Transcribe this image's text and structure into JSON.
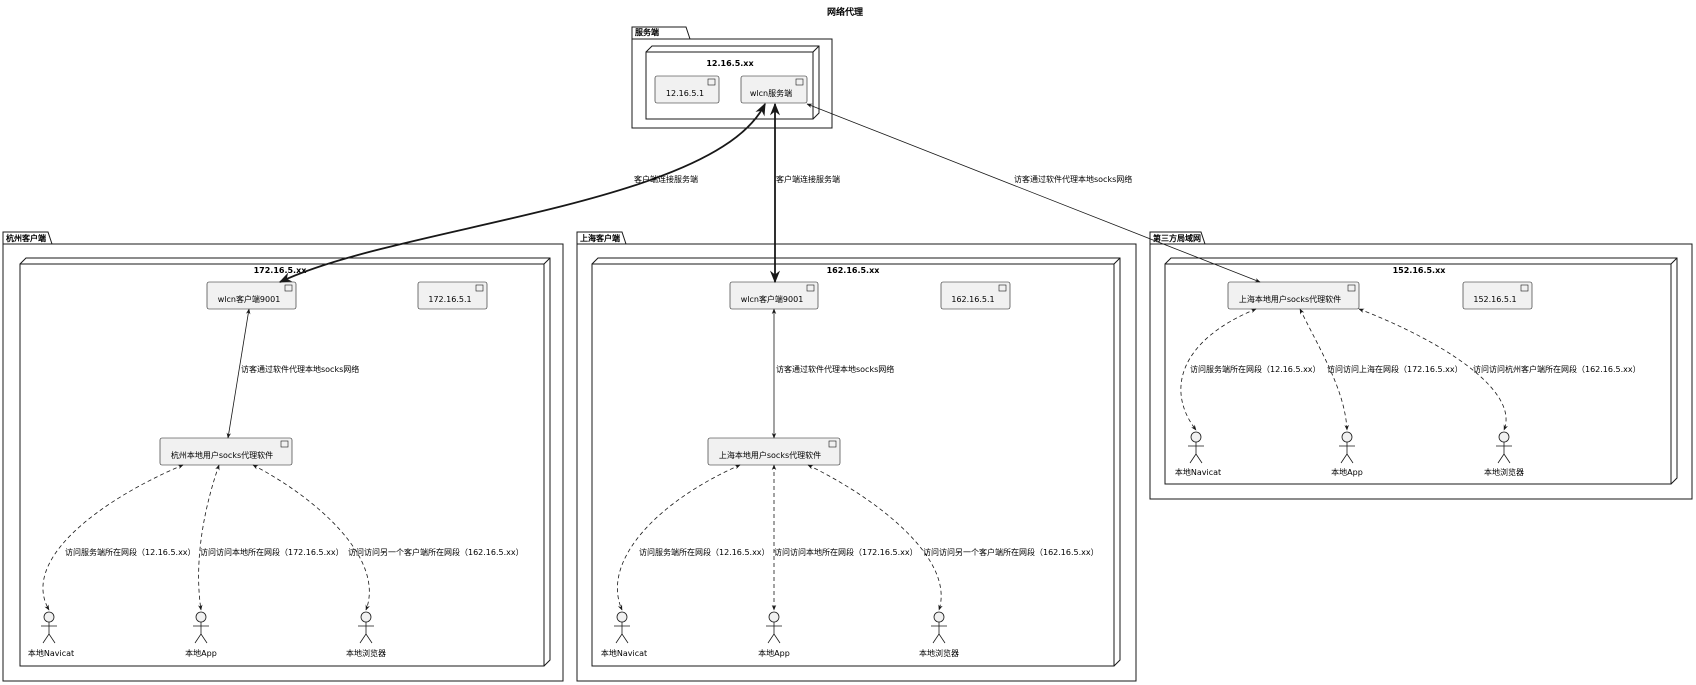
{
  "title": "网络代理",
  "packages": {
    "server": "服务端",
    "hangzhou": "杭州客户端",
    "shanghai": "上海客户端",
    "third": "第三方局域网"
  },
  "nodes": {
    "server": "12.16.5.xx",
    "hangzhou": "172.16.5.xx",
    "shanghai": "162.16.5.xx",
    "third": "152.16.5.xx"
  },
  "components": {
    "server_ip": "12.16.5.1",
    "wlcn_server": "wlcn服务端",
    "hz_client": "wlcn客户端9001",
    "hz_ip": "172.16.5.1",
    "hz_proxy": "杭州本地用户socks代理软件",
    "sh_client": "wlcn客户端9001",
    "sh_ip": "162.16.5.1",
    "sh_proxy": "上海本地用户socks代理软件",
    "third_proxy": "上海本地用户socks代理软件",
    "third_ip": "152.16.5.1"
  },
  "actors": {
    "hz_navicat": "本地Navicat",
    "hz_app": "本地App",
    "hz_browser": "本地浏览器",
    "sh_navicat": "本地Navicat",
    "sh_app": "本地App",
    "sh_browser": "本地浏览器",
    "third_navicat": "本地Navicat",
    "third_app": "本地App",
    "third_browser": "本地浏览器"
  },
  "edge_labels": {
    "server_hz": "客户端连接服务端",
    "server_sh": "客户端连接服务端",
    "server_third": "访客通过软件代理本地socks网络",
    "hz_client_proxy": "访客通过软件代理本地socks网络",
    "hz_navicat": "访问服务端所在网段（12.16.5.xx）",
    "hz_app": "访问访问本地所在网段（172.16.5.xx）",
    "hz_browser": "访问访问另一个客户端所在网段（162.16.5.xx）",
    "sh_client_proxy": "访客通过软件代理本地socks网络",
    "sh_navicat": "访问服务端所在网段（12.16.5.xx）",
    "sh_app": "访问访问本地所在网段（172.16.5.xx）",
    "sh_browser": "访问访问另一个客户端所在网段（162.16.5.xx）",
    "third_navicat": "访问服务端所在网段（12.16.5.xx）",
    "third_app": "访问访问上海在网段（172.16.5.xx）",
    "third_browser": "访问访问杭州客户端所在网段（162.16.5.xx）"
  }
}
